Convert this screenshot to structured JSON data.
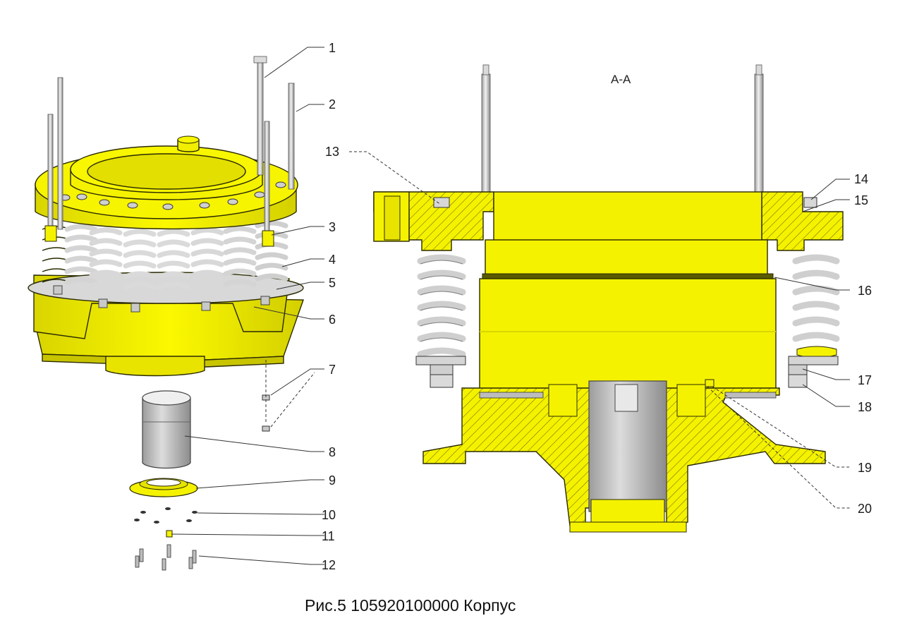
{
  "section_label": "А-А",
  "caption": "Рис.5 105920100000 Корпус",
  "callouts": [
    "1",
    "2",
    "3",
    "4",
    "5",
    "6",
    "7",
    "8",
    "9",
    "10",
    "11",
    "12",
    "13",
    "14",
    "15",
    "16",
    "17",
    "18",
    "19",
    "20"
  ],
  "colors": {
    "part_yellow": "#f5f200",
    "part_yellow_dark": "#c8c400",
    "steel_gray": "#bdbdbd",
    "steel_dark": "#8a8a8a",
    "outline": "#2a2a00"
  },
  "icons": [
    "exploded-assembly-drawing",
    "cross-section-drawing"
  ]
}
